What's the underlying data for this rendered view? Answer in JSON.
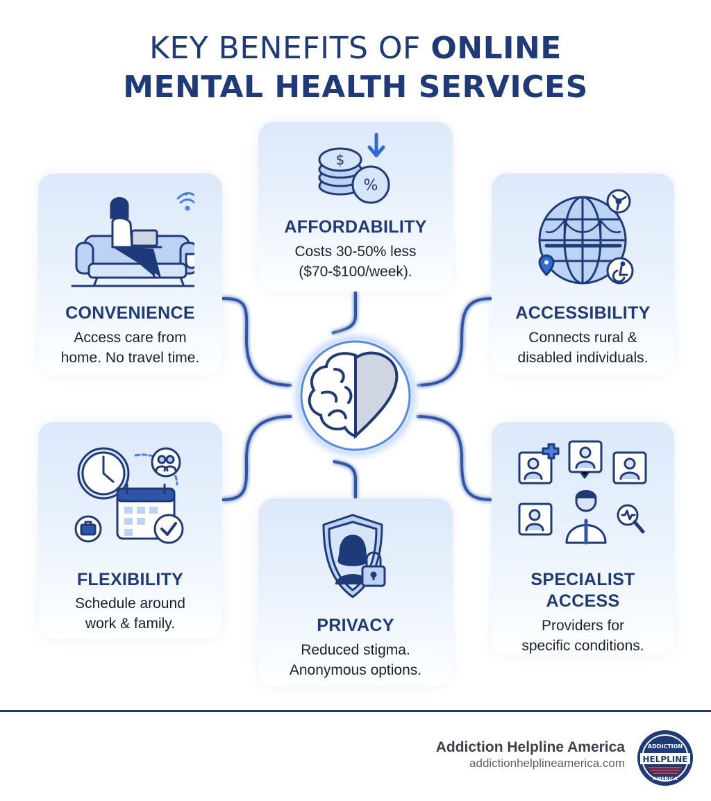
{
  "title": {
    "light": "KEY BENEFITS OF ",
    "bold_1": "ONLINE",
    "bold_2": "MENTAL HEALTH SERVICES"
  },
  "colors": {
    "navy": "#1f3a78",
    "accent": "#2f6bd6",
    "card_bg": "#dce9fa"
  },
  "benefits": {
    "convenience": {
      "title": "CONVENIENCE",
      "text_1": "Access care from",
      "text_2": "home. No travel time.",
      "icon": "person-on-sofa-laptop-icon"
    },
    "affordability": {
      "title": "AFFORDABILITY",
      "text_1": "Costs 30-50% less",
      "text_2": "($70-$100/week).",
      "icon": "coins-discount-icon"
    },
    "accessibility": {
      "title": "ACCESSIBILITY",
      "text_1": "Connects rural &",
      "text_2": "disabled individuals.",
      "icon": "globe-bridge-icon"
    },
    "flexibility": {
      "title": "FLEXIBILITY",
      "text_1": "Schedule around",
      "text_2": "work & family.",
      "icon": "clock-calendar-icon"
    },
    "privacy": {
      "title": "PRIVACY",
      "text_1": "Reduced stigma.",
      "text_2": "Anonymous options.",
      "icon": "shield-lock-icon"
    },
    "specialist": {
      "title_1": "SPECIALIST",
      "title_2": "ACCESS",
      "text_1": "Providers for",
      "text_2": "specific conditions.",
      "icon": "doctors-network-icon"
    }
  },
  "hub": {
    "icon": "brain-heart-icon"
  },
  "footer": {
    "brand": "Addiction Helpline America",
    "url": "addictionhelplineamerica.com",
    "badge_top": "ADDICTION",
    "badge_mid": "HELPLINE",
    "badge_bottom": "AMERICA"
  }
}
